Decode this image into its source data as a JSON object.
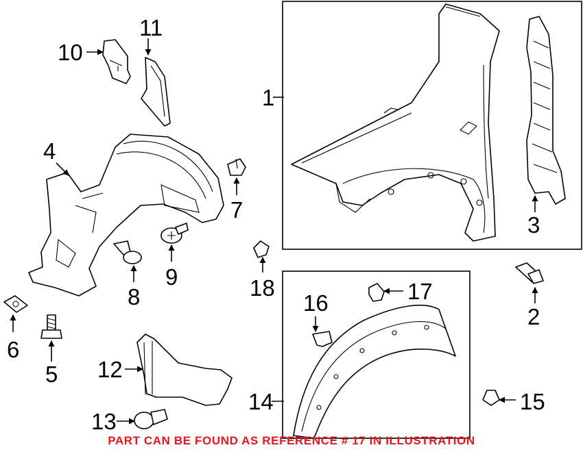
{
  "callouts": {
    "c1": "1",
    "c2": "2",
    "c3": "3",
    "c4": "4",
    "c5": "5",
    "c6": "6",
    "c7": "7",
    "c8": "8",
    "c9": "9",
    "c10": "10",
    "c11": "11",
    "c12": "12",
    "c13": "13",
    "c14": "14",
    "c15": "15",
    "c16": "16",
    "c17": "17",
    "c18": "18"
  },
  "notice": {
    "text": "PART CAN BE FOUND AS REFERENCE # 17 IN ILLUSTRATION",
    "color": "#e8141c"
  }
}
